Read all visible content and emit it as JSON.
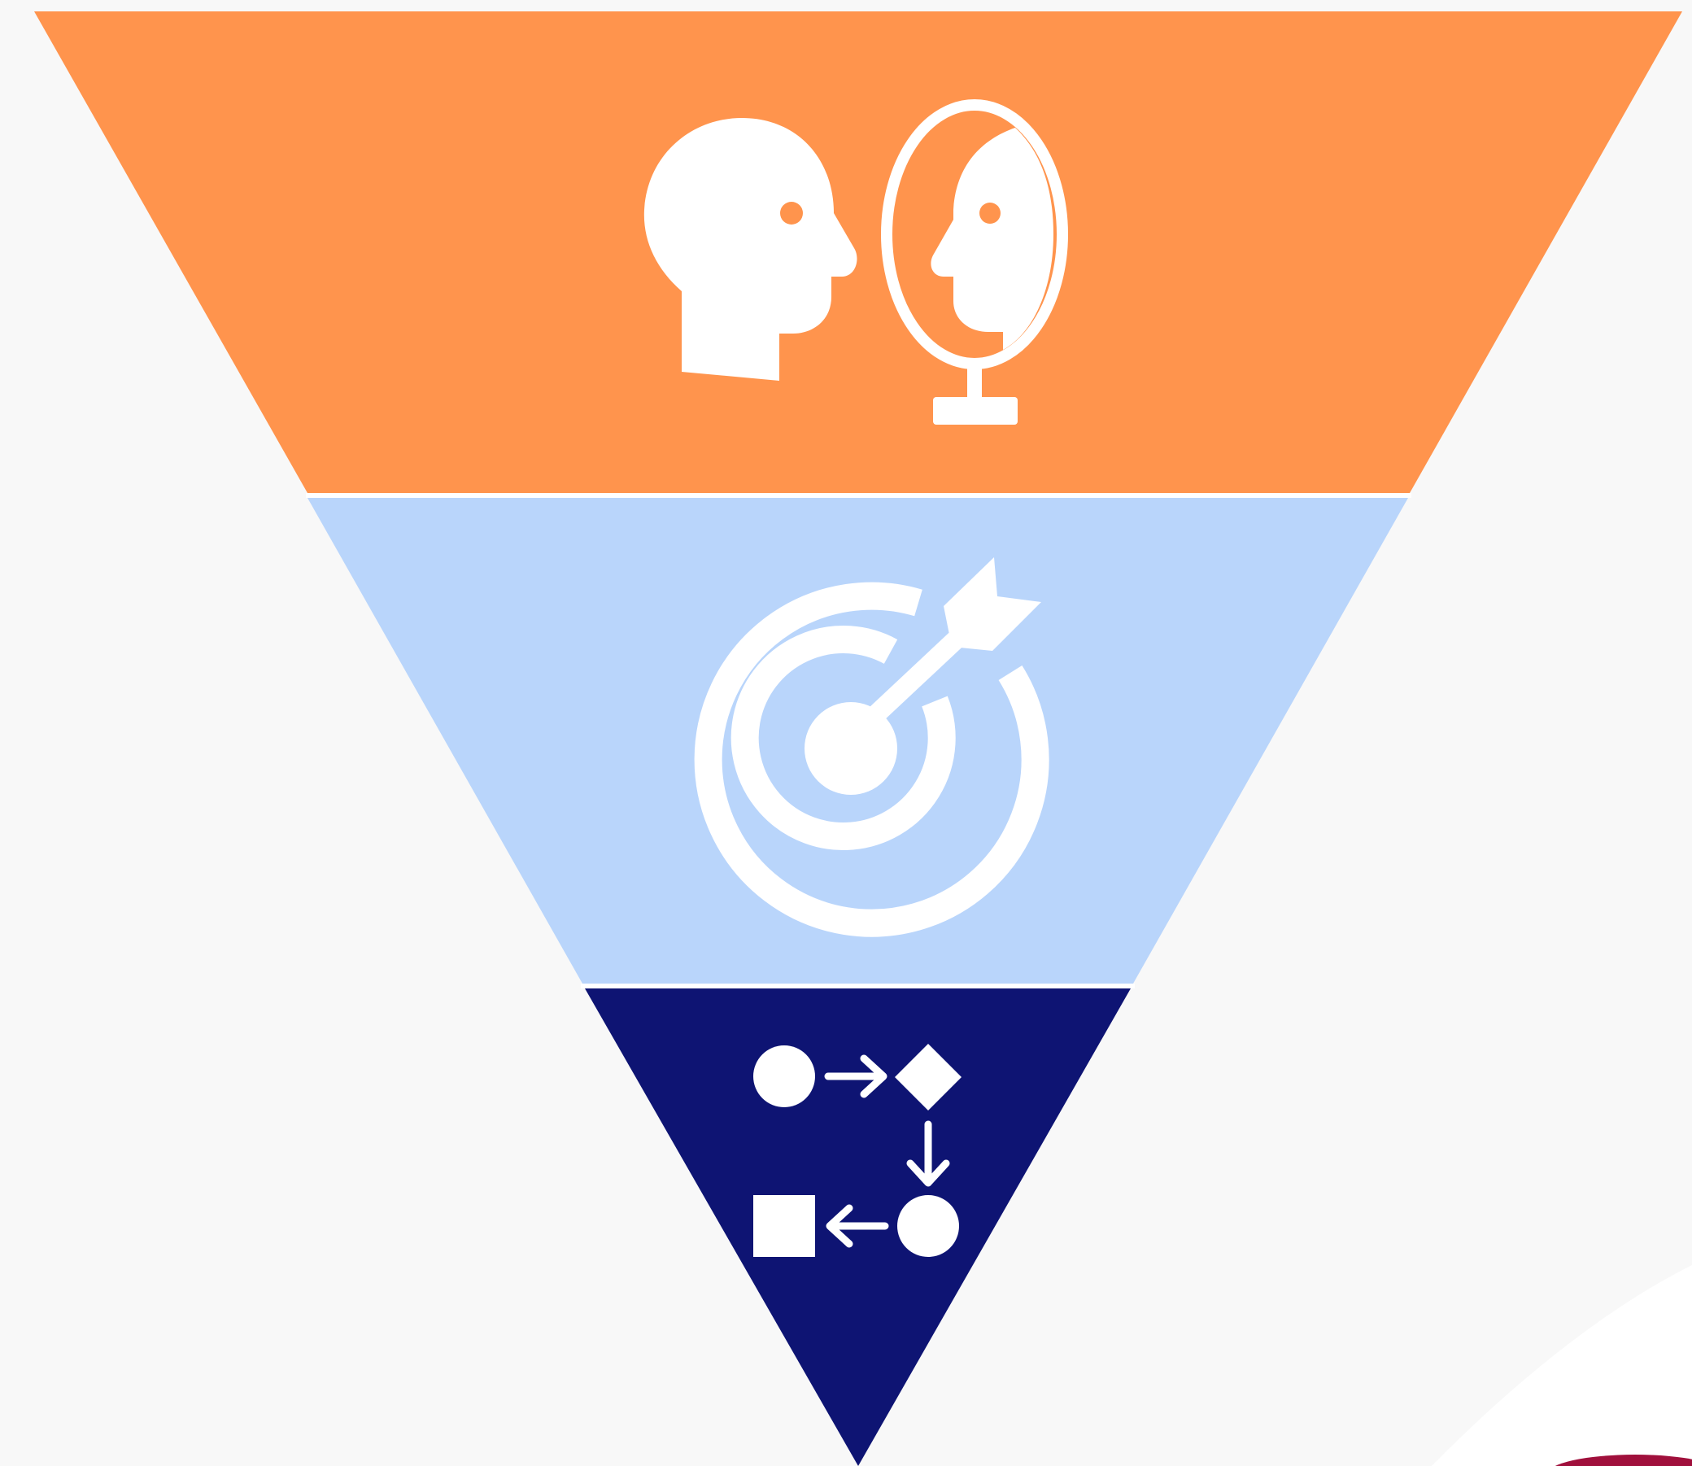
{
  "colors": {
    "background": "#f8f8f8",
    "separator": "#ffffff",
    "icon": "#ffffff",
    "corner_swoosh": "#ffffff",
    "corner_badge": "#a0103c"
  },
  "funnel": {
    "layers": [
      {
        "name": "top-layer",
        "color": "#ff944d",
        "icon": "self-reflection-mirror-icon"
      },
      {
        "name": "middle-layer",
        "color": "#b9d5fb",
        "icon": "target-with-arrow-icon"
      },
      {
        "name": "bottom-layer",
        "color": "#0e1473",
        "icon": "process-flow-icon"
      }
    ]
  }
}
